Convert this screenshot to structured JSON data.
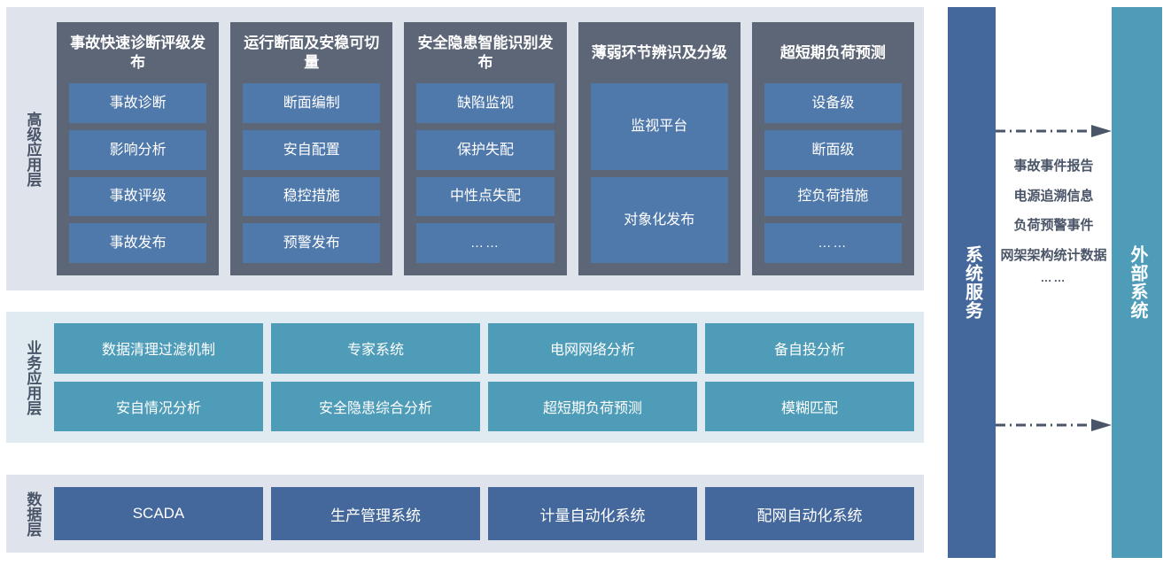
{
  "layers": {
    "advanced": {
      "label": "高级应用层",
      "columns": [
        {
          "title": "事故快速诊断评级发布",
          "items": [
            "事故诊断",
            "影响分析",
            "事故评级",
            "事故发布"
          ]
        },
        {
          "title": "运行断面及安稳可切量",
          "items": [
            "断面编制",
            "安自配置",
            "稳控措施",
            "预警发布"
          ]
        },
        {
          "title": "安全隐患智能识别发布",
          "items": [
            "缺陷监视",
            "保护失配",
            "中性点失配",
            "……"
          ]
        },
        {
          "title": "薄弱环节辨识及分级",
          "items": [
            "监视平台",
            "对象化发布"
          ]
        },
        {
          "title": "超短期负荷预测",
          "items": [
            "设备级",
            "断面级",
            "控负荷措施",
            "……"
          ]
        }
      ]
    },
    "business": {
      "label": "业务应用层",
      "rows": [
        [
          "数据清理过滤机制",
          "专家系统",
          "电网网络分析",
          "备自投分析"
        ],
        [
          "安自情况分析",
          "安全隐患综合分析",
          "超短期负荷预测",
          "模糊匹配"
        ]
      ]
    },
    "data": {
      "label": "数据层",
      "items": [
        "SCADA",
        "生产管理系统",
        "计量自动化系统",
        "配网自动化系统"
      ]
    }
  },
  "right": {
    "system_service_label": "系统服务",
    "external_system_label": "外部系统",
    "flows": [
      "事故事件报告",
      "电源追溯信息",
      "负荷预警事件",
      "网架架构统计数据",
      "……"
    ]
  },
  "colors": {
    "panel_gray": "#dfe3ec",
    "panel_blue": "#dfeaf1",
    "column_dark": "#5c6677",
    "item_blue": "#5079ab",
    "business_teal": "#4e9cb8",
    "data_navy": "#44689b",
    "label_text": "#4a5568",
    "arrow": "#4a5568"
  }
}
